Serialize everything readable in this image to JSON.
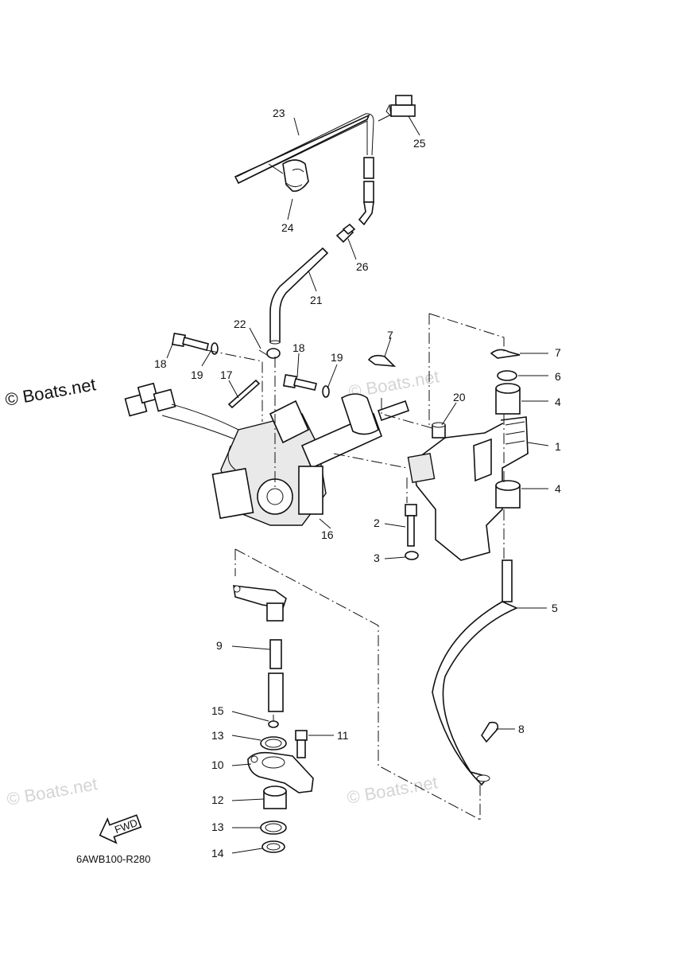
{
  "diagram": {
    "code": "6AWB100-R280",
    "watermark": "© Boats.net",
    "fwd_label": "FWD",
    "callouts": {
      "c1": "1",
      "c2": "2",
      "c3": "3",
      "c4a": "4",
      "c4b": "4",
      "c5": "5",
      "c6": "6",
      "c7a": "7",
      "c7b": "7",
      "c8": "8",
      "c9": "9",
      "c10": "10",
      "c11": "11",
      "c12": "12",
      "c13a": "13",
      "c13b": "13",
      "c14": "14",
      "c15": "15",
      "c16": "16",
      "c17": "17",
      "c18a": "18",
      "c18b": "18",
      "c19a": "19",
      "c19b": "19",
      "c20": "20",
      "c21": "21",
      "c22": "22",
      "c23": "23",
      "c24": "24",
      "c25": "25",
      "c26": "26"
    }
  }
}
